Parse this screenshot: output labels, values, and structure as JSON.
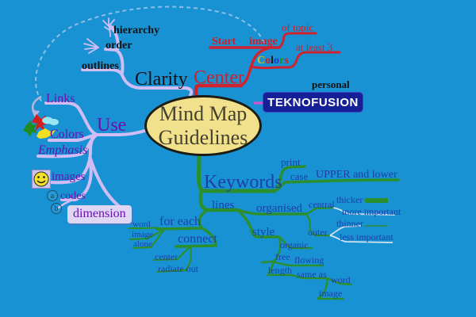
{
  "palette": {
    "background": "#1992d4",
    "branch_lavender": "#cfbdf4",
    "branch_red": "#cf2330",
    "branch_green": "#2c8f2e",
    "text_purple": "#6b10ae",
    "text_blue": "#1d3fa8",
    "text_red": "#cf2029",
    "ellipse_fill": "#f2e18c",
    "logo_bg": "#161f96"
  },
  "center_node": {
    "line1": "Mind Map",
    "line2": "Guidelines"
  },
  "clarity_branch": {
    "label": "Clarity",
    "hierarchy": "hierarchy",
    "order": "order",
    "outlines": "outlines"
  },
  "center_branch": {
    "label": "Center",
    "start": "Start",
    "image": "image",
    "of_topic": "of topic",
    "at_least": "at least 3",
    "colors_word": {
      "letters": [
        "C",
        "o",
        "l",
        "o",
        "r",
        "s"
      ],
      "letter_colors": [
        "#e0b81e",
        "#cf2020",
        "#1a1a1a",
        "#2038c0",
        "#1f8c1f",
        "#cf2020"
      ]
    }
  },
  "brand": {
    "personal": "personal",
    "logo": "TEKNOFUSION"
  },
  "use_branch": {
    "label": "Use",
    "links": "Links",
    "colors": "Colors",
    "emphasis": "Emphasis",
    "images": "images",
    "codes": "codes",
    "code_a": "a",
    "code_b": "b",
    "dimension": "dimension"
  },
  "keywords_branch": {
    "label": "Keywords",
    "print": "print",
    "case": "case",
    "upper_lower": "UPPER and lower",
    "lines": "lines",
    "organised": "organised",
    "central": "central",
    "thicker": "thicker",
    "more_important": "more important",
    "thinner": "thinner",
    "outer": "outer",
    "less_important": "less important",
    "style": "style",
    "organic": "organic",
    "free": "free",
    "flowing": "flowing",
    "length": "length",
    "same_as": "same as",
    "word_right": "word",
    "image_right": "image",
    "for_each": "for each",
    "word": "word",
    "image": "image",
    "alone": "alone",
    "connect": "connect",
    "center": "center",
    "radiate_out": "radiate out"
  }
}
